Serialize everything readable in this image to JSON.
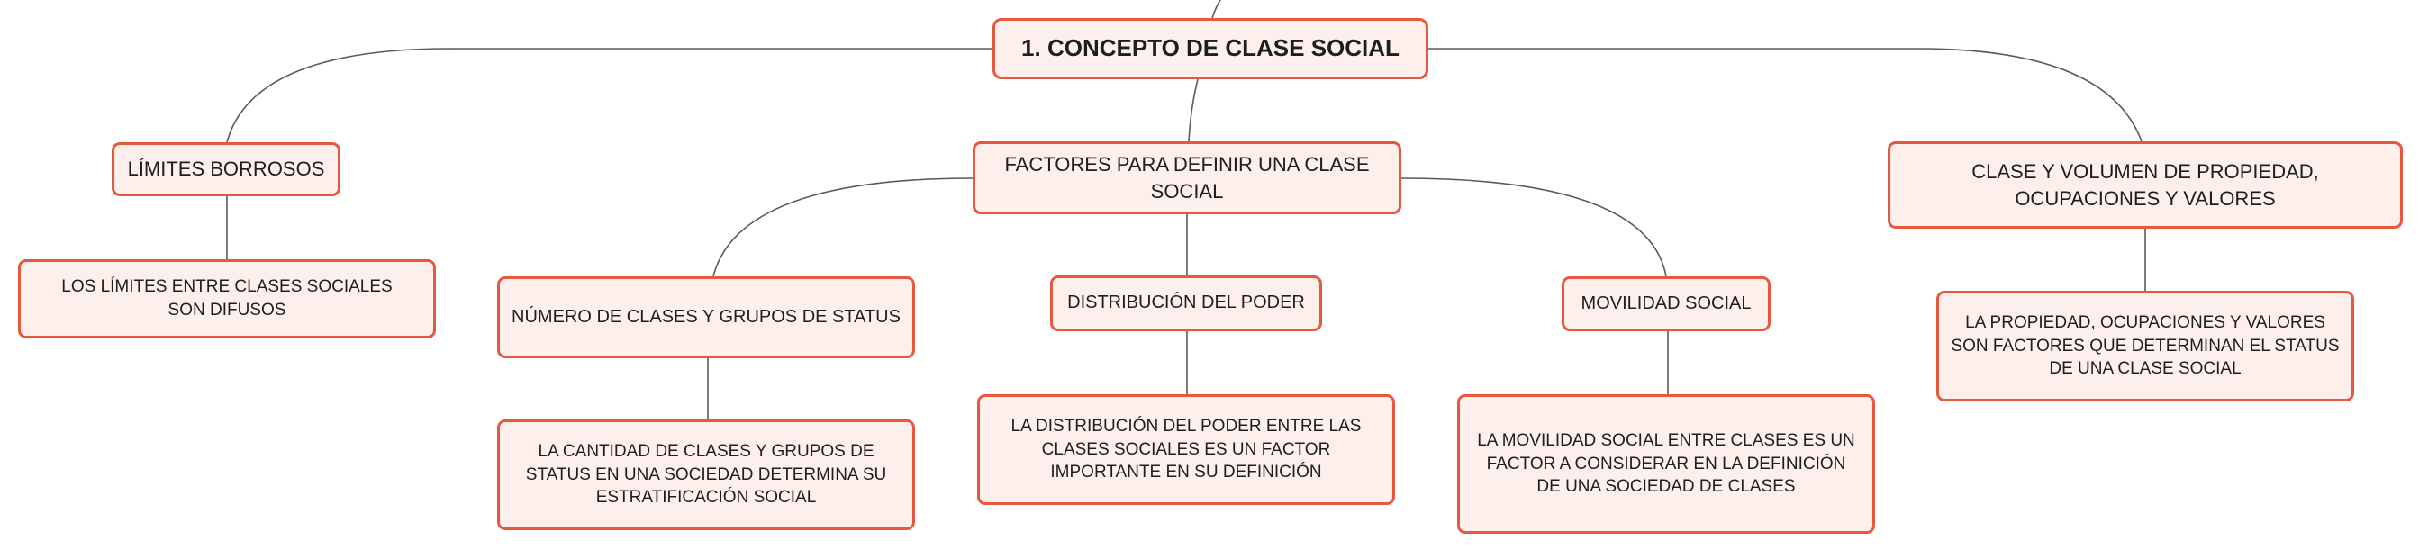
{
  "mindmap": {
    "root": "1. CONCEPTO DE CLASE SOCIAL",
    "branches": [
      {
        "label": "LÍMITES BORROSOS",
        "detail": "LOS LÍMITES ENTRE CLASES SOCIALES SON DIFUSOS"
      },
      {
        "label": "FACTORES PARA DEFINIR UNA CLASE SOCIAL",
        "children": [
          {
            "label": "NÚMERO DE CLASES Y GRUPOS DE STATUS",
            "detail": "LA CANTIDAD DE CLASES Y GRUPOS DE STATUS EN UNA SOCIEDAD DETERMINA SU ESTRATIFICACIÓN SOCIAL"
          },
          {
            "label": "DISTRIBUCIÓN DEL PODER",
            "detail": "LA DISTRIBUCIÓN DEL PODER ENTRE LAS CLASES SOCIALES ES UN FACTOR IMPORTANTE EN SU DEFINICIÓN"
          },
          {
            "label": "MOVILIDAD SOCIAL",
            "detail": "LA MOVILIDAD SOCIAL ENTRE CLASES ES UN FACTOR A CONSIDERAR EN LA DEFINICIÓN DE UNA SOCIEDAD DE CLASES"
          }
        ]
      },
      {
        "label": "CLASE Y VOLUMEN DE PROPIEDAD, OCUPACIONES Y VALORES",
        "detail": "LA PROPIEDAD, OCUPACIONES Y VALORES SON FACTORES QUE DETERMINAN EL STATUS DE UNA CLASE SOCIAL"
      }
    ]
  },
  "colors": {
    "node_border": "#e55a3f",
    "node_fill": "#fdf0ec",
    "connector": "#5a5a5a",
    "text": "#1e1e1e"
  }
}
